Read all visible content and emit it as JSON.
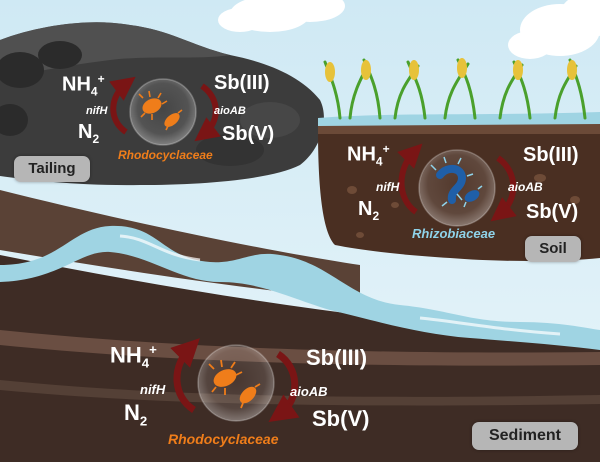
{
  "panels": {
    "tailing": {
      "badge": "Tailing",
      "ammonium": "NH",
      "ammonium_sub": "4",
      "ammonium_sup": "+",
      "nitrogen": "N",
      "nitrogen_sub": "2",
      "gene_n": "nifH",
      "sb3": "Sb(III)",
      "sb5": "Sb(V)",
      "gene_sb": "aioAB",
      "family": "Rhodocyclaceae",
      "family_color": "#ef7d1a"
    },
    "soil": {
      "badge": "Soil",
      "ammonium": "NH",
      "ammonium_sub": "4",
      "ammonium_sup": "+",
      "nitrogen": "N",
      "nitrogen_sub": "2",
      "gene_n": "nifH",
      "sb3": "Sb(III)",
      "sb5": "Sb(V)",
      "gene_sb": "aioAB",
      "family": "Rhizobiaceae",
      "family_color": "#8fd3ea"
    },
    "sediment": {
      "badge": "Sediment",
      "ammonium": "NH",
      "ammonium_sub": "4",
      "ammonium_sup": "+",
      "nitrogen": "N",
      "nitrogen_sub": "2",
      "gene_n": "nifH",
      "sb3": "Sb(III)",
      "sb5": "Sb(V)",
      "gene_sb": "aioAB",
      "family": "Rhodocyclaceae",
      "family_color": "#ef7d1a"
    }
  },
  "colors": {
    "sky": "#d9eef6",
    "tailing_rock": "#3c3c3c",
    "soil": "#4a2f22",
    "sediment": "#3e2c25",
    "water": "#9fd4e3",
    "arrow": "#7a1515",
    "badge": "#b6b6b6"
  }
}
